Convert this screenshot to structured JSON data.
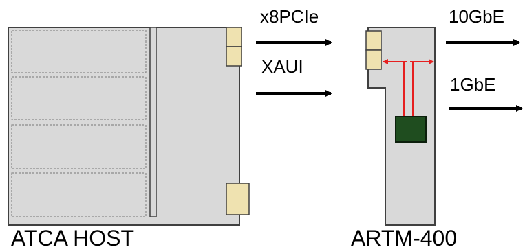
{
  "labels": {
    "host": "ATCA HOST",
    "artm": "ARTM-400",
    "link_pcie": "x8PCIe",
    "link_xaui": "XAUI",
    "link_10gbe": "10GbE",
    "link_1gbe": "1GbE"
  },
  "colors": {
    "board_fill": "#d9d9d9",
    "board_stroke": "#404040",
    "connector_fill": "#efe2b0",
    "chip_fill": "#1f4d1f",
    "trace": "#e62020",
    "arrow": "#000000"
  },
  "icons": {
    "chip": "ic-chip-icon",
    "connector": "connector-icon",
    "arrow": "arrow-right-icon"
  }
}
